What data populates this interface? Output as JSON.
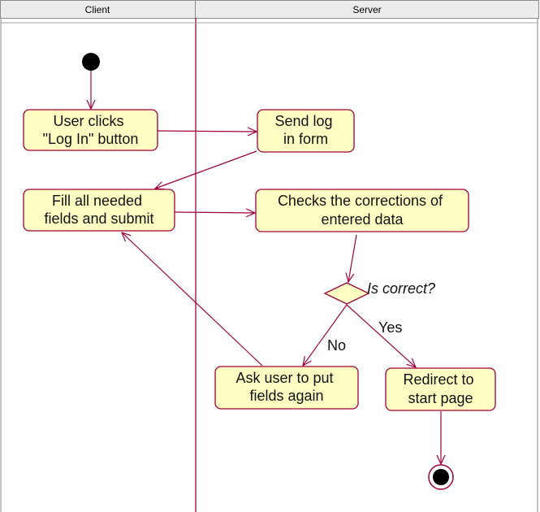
{
  "swimlanes": [
    {
      "id": "client",
      "title": "Client"
    },
    {
      "id": "server",
      "title": "Server"
    }
  ],
  "nodes": {
    "user_clicks": {
      "lines": [
        "User clicks",
        "\"Log In\" button"
      ]
    },
    "send_form": {
      "lines": [
        "Send log",
        "in form"
      ]
    },
    "fill_fields": {
      "lines": [
        "Fill all needed",
        "fields and submit"
      ]
    },
    "checks": {
      "lines": [
        "Checks the corrections of",
        "entered data"
      ]
    },
    "decision": {
      "label": "Is correct?"
    },
    "ask_user": {
      "lines": [
        "Ask user to put",
        "fields again"
      ]
    },
    "redirect": {
      "lines": [
        "Redirect to",
        "start page"
      ]
    }
  },
  "guards": {
    "no": "No",
    "yes": "Yes"
  },
  "colors": {
    "node_fill": "#ffffc4",
    "node_stroke": "#a0003a",
    "arrow": "#a0003a",
    "lane_line": "#a0003a",
    "header_fill": "#ececec",
    "header_border": "#8a8a8a"
  }
}
